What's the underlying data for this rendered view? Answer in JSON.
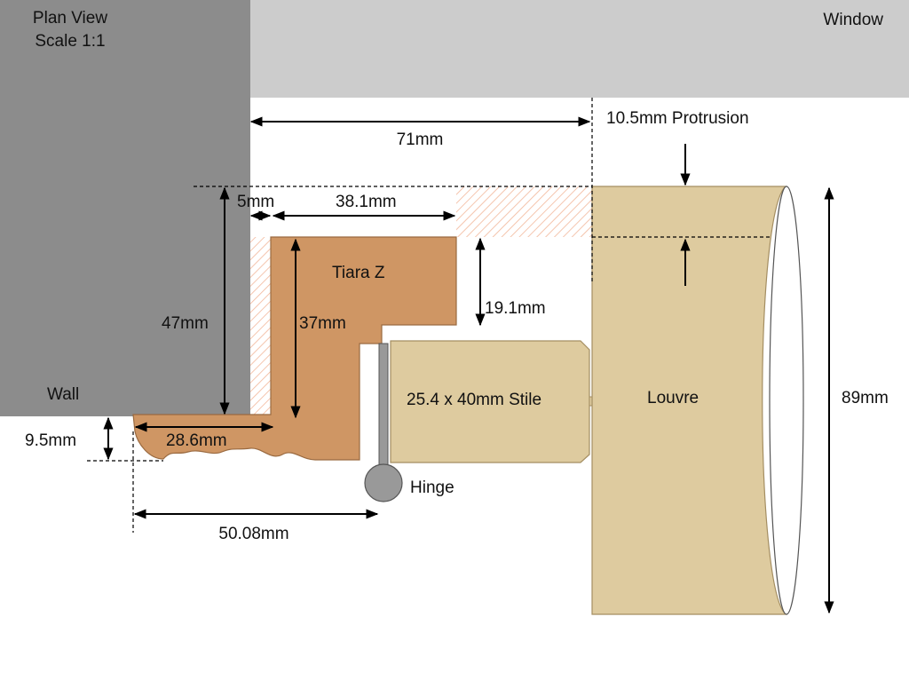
{
  "labels": {
    "plan_view": "Plan View",
    "scale": "Scale 1:1",
    "window": "Window",
    "wall": "Wall",
    "protrusion": "10.5mm Protrusion",
    "tiara": "Tiara Z",
    "stile": "25.4 x 40mm Stile",
    "louvre": "Louvre",
    "hinge": "Hinge"
  },
  "dimensions": {
    "d71": "71mm",
    "d5": "5mm",
    "d38": "38.1mm",
    "d47": "47mm",
    "d37": "37mm",
    "d191": "19.1mm",
    "d89": "89mm",
    "d95": "9.5mm",
    "d286": "28.6mm",
    "d5008": "50.08mm"
  },
  "colors": {
    "wall": "#8c8c8c",
    "window": "#cccccc",
    "tiara": "#cf9664",
    "stile": "#decb9f",
    "louvre": "#decb9f",
    "hinge": "#999999",
    "hatch": "#f2b79a"
  }
}
